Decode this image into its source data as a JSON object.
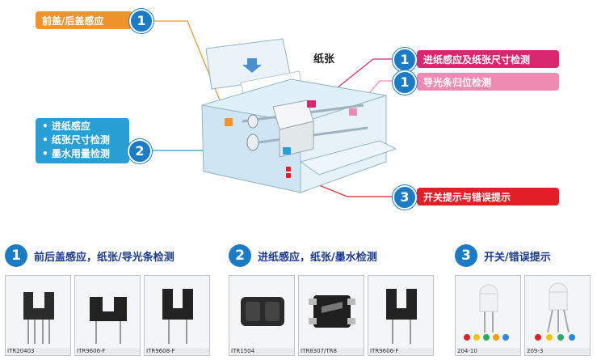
{
  "diagram": {
    "paper_label": "纸张",
    "labels": {
      "cover": "前盖/后盖感应",
      "paper_size": "进纸感应及纸张尺寸检测",
      "light_guide": "导光条归位检测",
      "blue_items": [
        "进纸感应",
        "纸张尺寸检测",
        "墨水用量检测"
      ],
      "switch": "开关提示与错误提示"
    },
    "badges": {
      "cover": "1",
      "paper_size": "1",
      "light_guide": "1",
      "blue": "2",
      "switch": "3"
    },
    "colors": {
      "orange": "#f0932b",
      "magenta": "#d8276e",
      "pink": "#ef8ab2",
      "blue": "#2a9fd6",
      "red": "#e21f26",
      "badge": "#1b7bc4"
    }
  },
  "sections": [
    {
      "number": "1",
      "title": "前后盖感应，纸张/导光条检测",
      "products": [
        "ITR20403",
        "ITR9606-F",
        "ITR9608-F"
      ]
    },
    {
      "number": "2",
      "title": "进纸感应，纸张/墨水检测",
      "products": [
        "ITR1504",
        "ITR8307/TR8",
        "ITR9606-F"
      ]
    },
    {
      "number": "3",
      "title": "开关/错误提示",
      "products": [
        "204-10",
        "209-3"
      ]
    }
  ]
}
